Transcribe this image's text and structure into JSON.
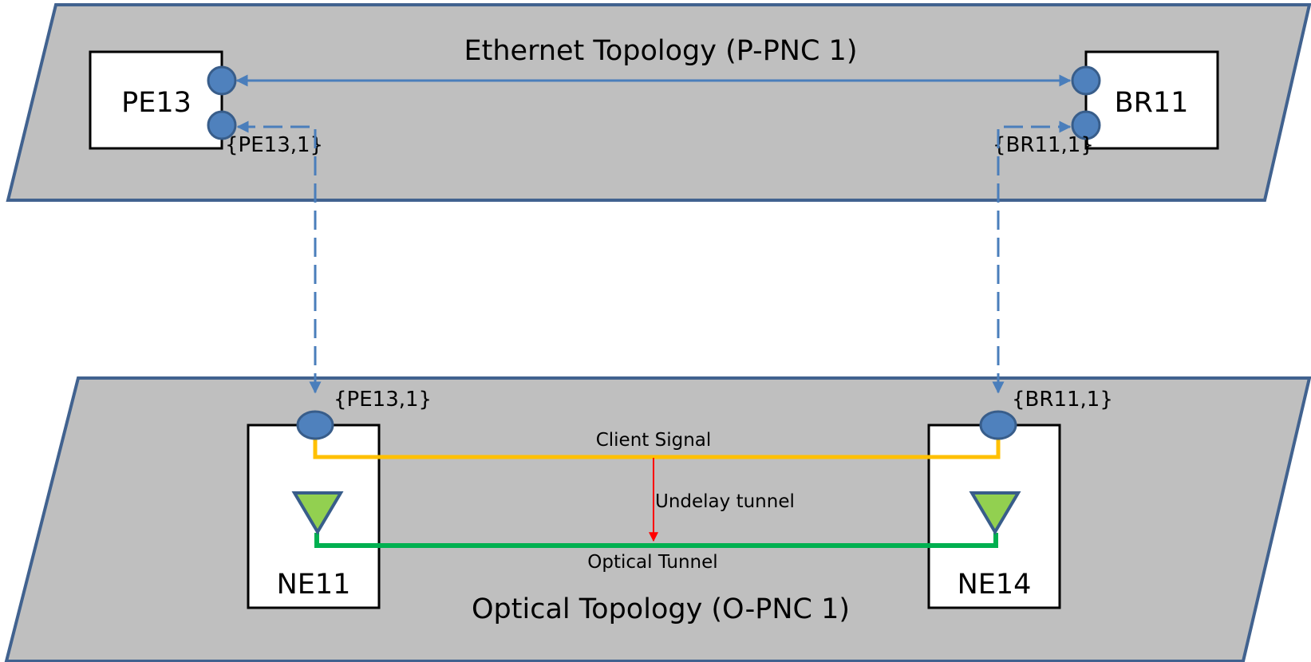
{
  "ethernet_plane": {
    "title": "Ethernet Topology (P-PNC 1)",
    "nodes": [
      "PE13",
      "BR11"
    ],
    "port_labels": [
      "{PE13,1}",
      "{BR11,1}"
    ]
  },
  "optical_plane": {
    "title": "Optical Topology (O-PNC 1)",
    "nodes": [
      "NE11",
      "NE14"
    ],
    "port_labels": [
      "{PE13,1}",
      "{BR11,1}"
    ],
    "client_signal_label": "Client Signal",
    "underlay_label": "Undelay tunnel",
    "optical_tunnel_label": "Optical Tunnel"
  },
  "colors": {
    "plane_fill": "#bfbfbf",
    "plane_border": "#41628f",
    "port_fill": "#4f81bd",
    "link_blue": "#4a7ebb",
    "client_signal": "#ffc000",
    "optical_tunnel": "#00b050",
    "underlay_arrow": "#ff0000",
    "transponder_fill": "#92d050"
  }
}
